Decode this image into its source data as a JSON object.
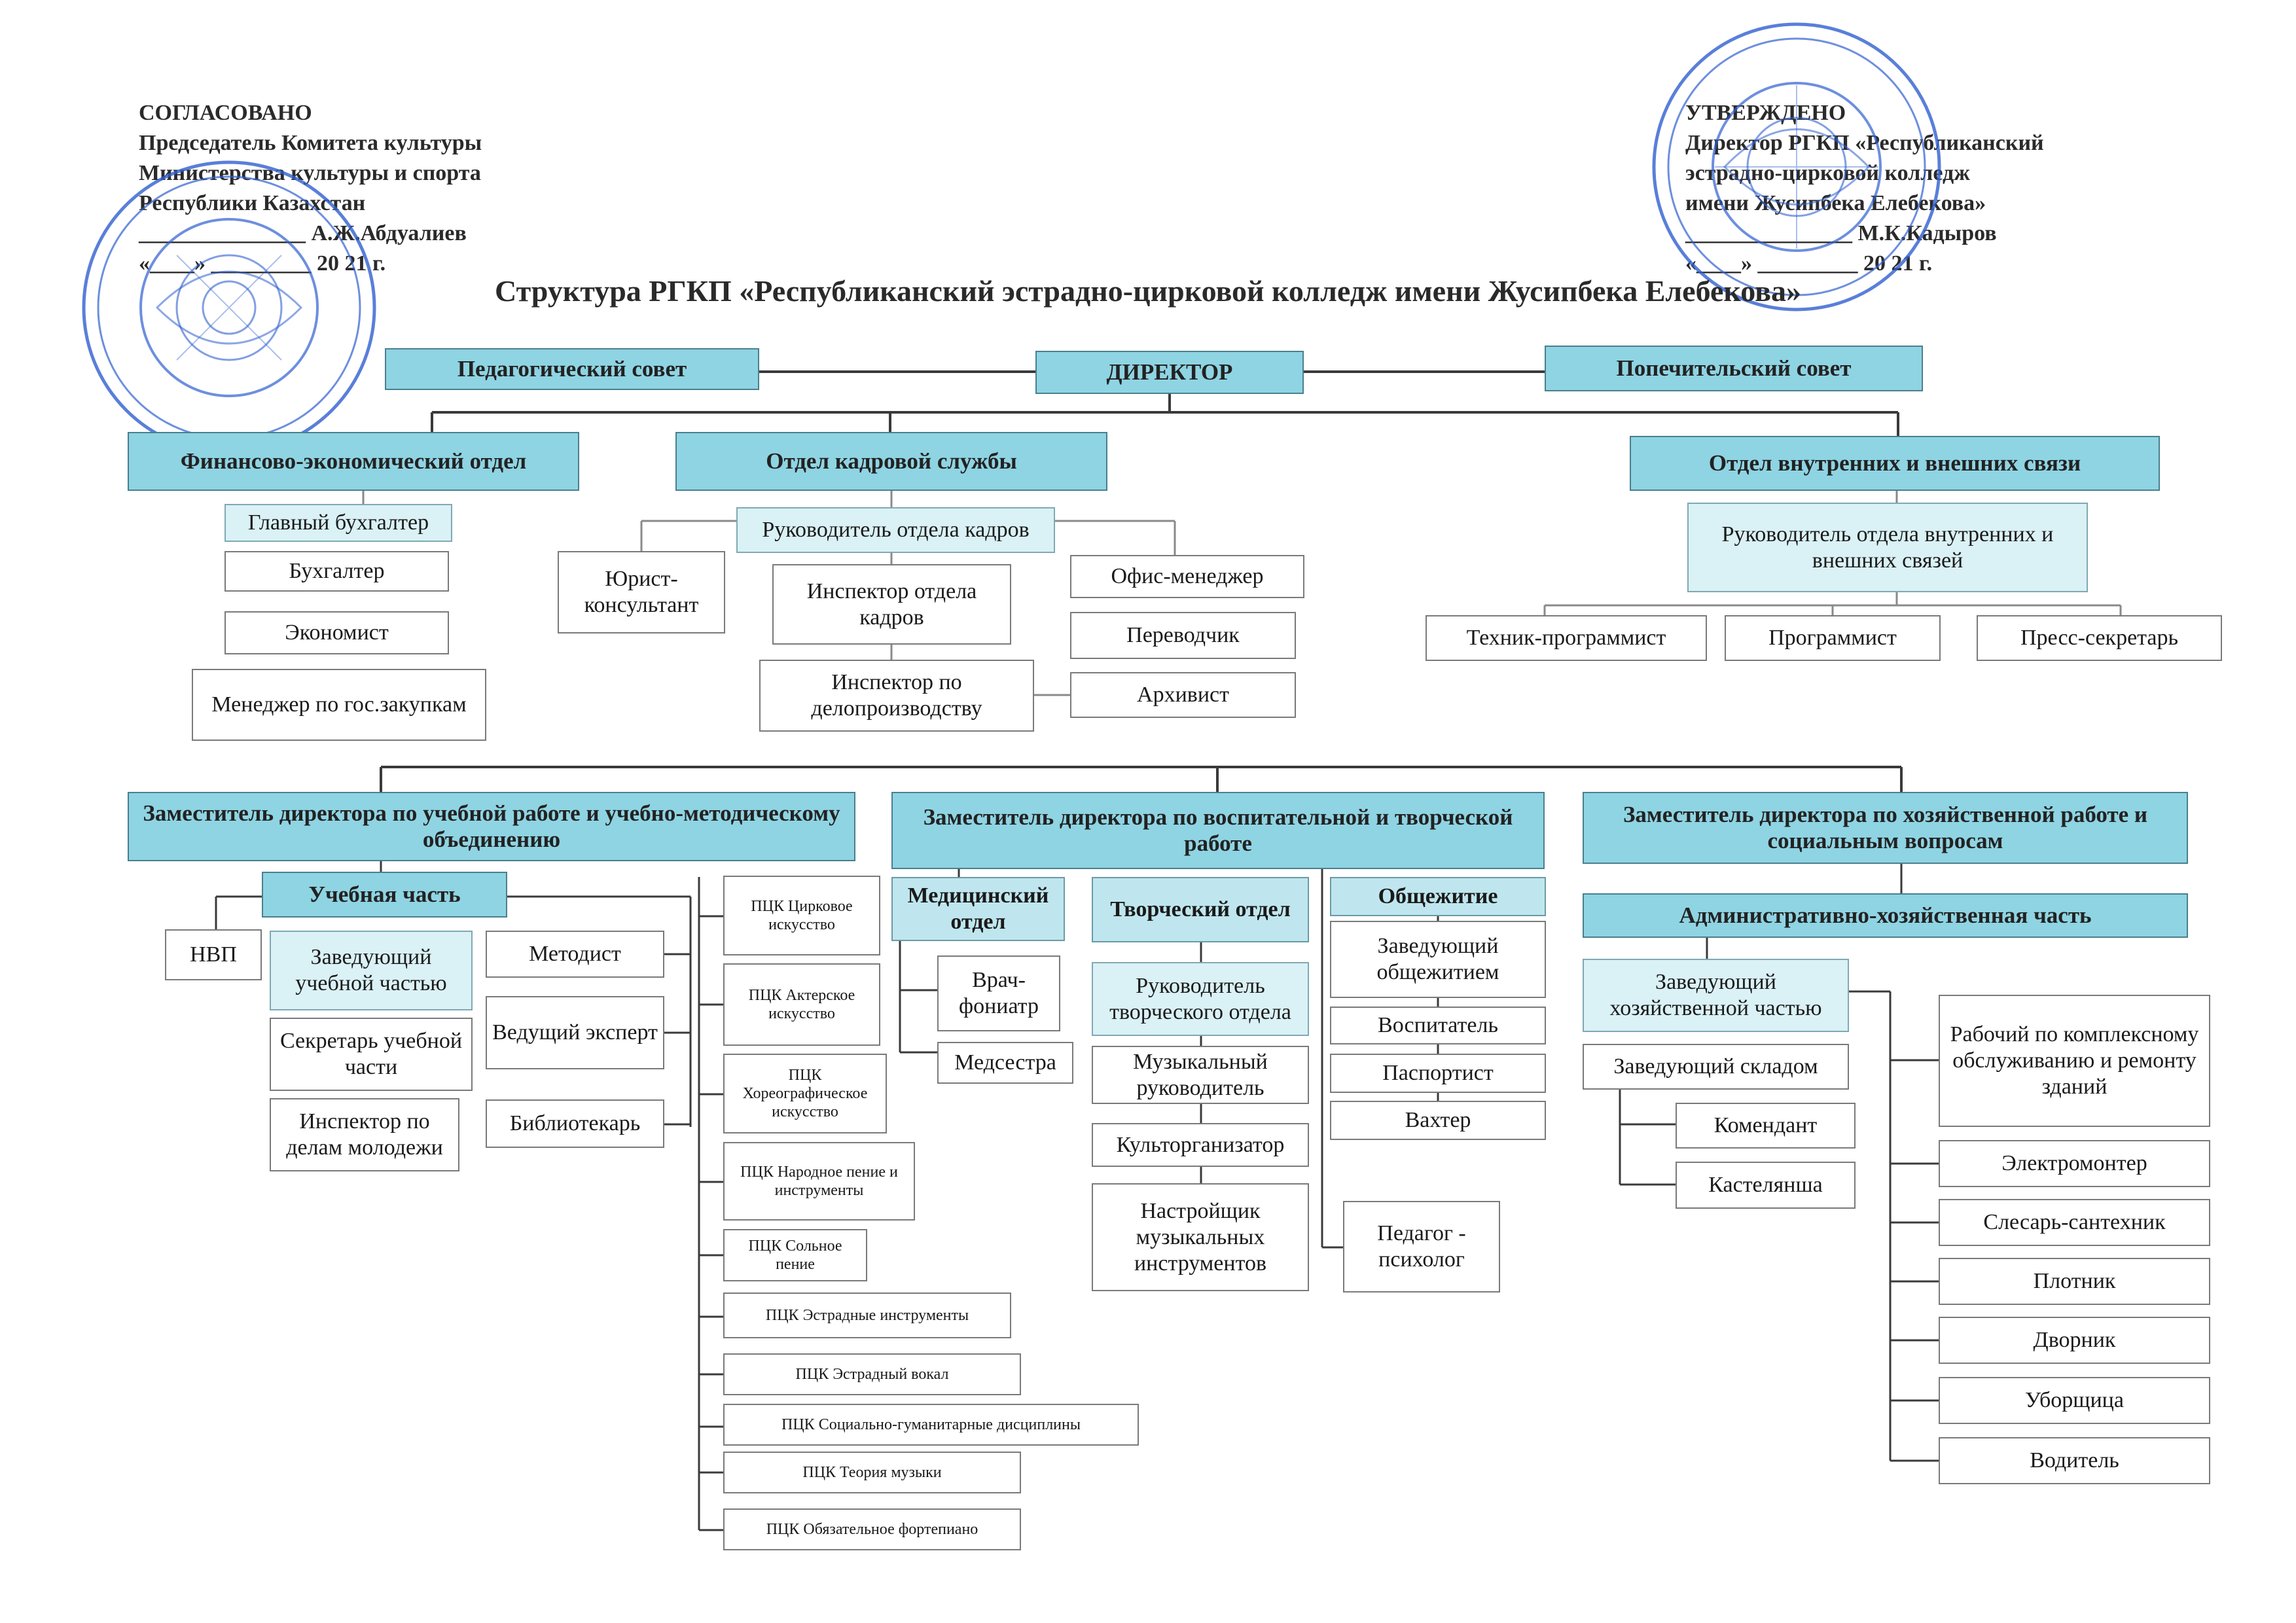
{
  "agreed": {
    "label": "СОГЛАСОВАНО",
    "line1": "Председатель Комитета культуры",
    "line2": "Министерства культуры и спорта",
    "line3": "Республики Казахстан",
    "signature": "_______________ А.Ж.Абдуалиев",
    "date": "«____» _________ 20 21 г."
  },
  "approved": {
    "label": "УТВЕРЖДЕНО",
    "line1": "Директор РГКП «Республиканский",
    "line2": "эстрадно-цирковой колледж",
    "line3": "имени Жусипбека Елебекова»",
    "signature": "_______________ М.К.Кадыров",
    "date": "«____» _________ 20 21 г."
  },
  "title": "Структура РГКП «Республиканский эстрадно-цирковой колледж имени Жусипбека Елебекова»",
  "colors": {
    "dark": "#8fd4e3",
    "light": "#daf1f5",
    "line": "#3a3a3a",
    "stamp": "#2f5fd0"
  },
  "top": {
    "director": "ДИРЕКТОР",
    "ped_council": "Педагогический совет",
    "trustee_council": "Попечительский совет"
  },
  "depts": {
    "finance": {
      "title": "Финансово-экономический отдел",
      "chief": "Главный бухгалтер",
      "items": [
        "Бухгалтер",
        "Экономист",
        "Менеджер по гос.закупкам"
      ]
    },
    "hr": {
      "title": "Отдел кадровой службы",
      "head": "Руководитель отдела кадров",
      "lawyer": "Юрист-консультант",
      "inspector": "Инспектор отдела кадров",
      "docs": "Инспектор по делопроизводству",
      "office": "Офис-менеджер",
      "translator": "Переводчик",
      "archivist": "Архивист"
    },
    "relations": {
      "title": "Отдел внутренних и внешних связи",
      "head": "Руководитель отдела внутренних и внешних связей",
      "items": [
        "Техник-программист",
        "Программист",
        "Пресс-секретарь"
      ]
    }
  },
  "deputies": {
    "academic": {
      "title": "Заместитель директора по учебной работе и учебно-методическому объединению",
      "part": "Учебная часть",
      "nvp": "НВП",
      "head": "Заведующий учебной частью",
      "secretary": "Секретарь учебной части",
      "youth": "Инспектор по делам молодежи",
      "methodist": "Методист",
      "expert": "Ведущий эксперт",
      "librarian": "Библиотекарь",
      "pck": [
        "ПЦК Цирковое искусство",
        "ПЦК Актерское искусство",
        "ПЦК Хореографическое искусство",
        "ПЦК Народное пение и инструменты",
        "ПЦК Сольное пение",
        "ПЦК Эстрадные инструменты",
        "ПЦК Эстрадный вокал",
        "ПЦК Социально-гуманитарные дисциплины",
        "ПЦК Теория музыки",
        "ПЦК Обязательное фортепиано"
      ]
    },
    "education": {
      "title": "Заместитель директора по воспитательной и творческой работе",
      "medical": "Медицинский отдел",
      "phoniatrist": "Врач-фониатр",
      "nurse": "Медсестра",
      "creative": "Творческий отдел",
      "creative_items": [
        "Руководитель творческого отдела",
        "Музыкальный руководитель",
        "Культорганизатор",
        "Настройщик музыкальных инструментов"
      ],
      "dorm": "Общежитие",
      "dorm_items": [
        "Заведующий общежитием",
        "Воспитатель",
        "Паспортист",
        "Вахтер"
      ],
      "psychologist": "Педагог - психолог"
    },
    "economic": {
      "title": "Заместитель директора по хозяйственной работе и социальным вопросам",
      "admin": "Административно-хозяйственная часть",
      "head": "Заведующий хозяйственной частью",
      "warehouse": "Заведующий складом",
      "commandant": "Комендант",
      "linen": "Кастелянша",
      "staff": [
        "Рабочий по комплексному обслуживанию и ремонту зданий",
        "Электромонтер",
        "Слесарь-сантехник",
        "Плотник",
        "Дворник",
        "Уборщица",
        "Водитель"
      ]
    }
  }
}
